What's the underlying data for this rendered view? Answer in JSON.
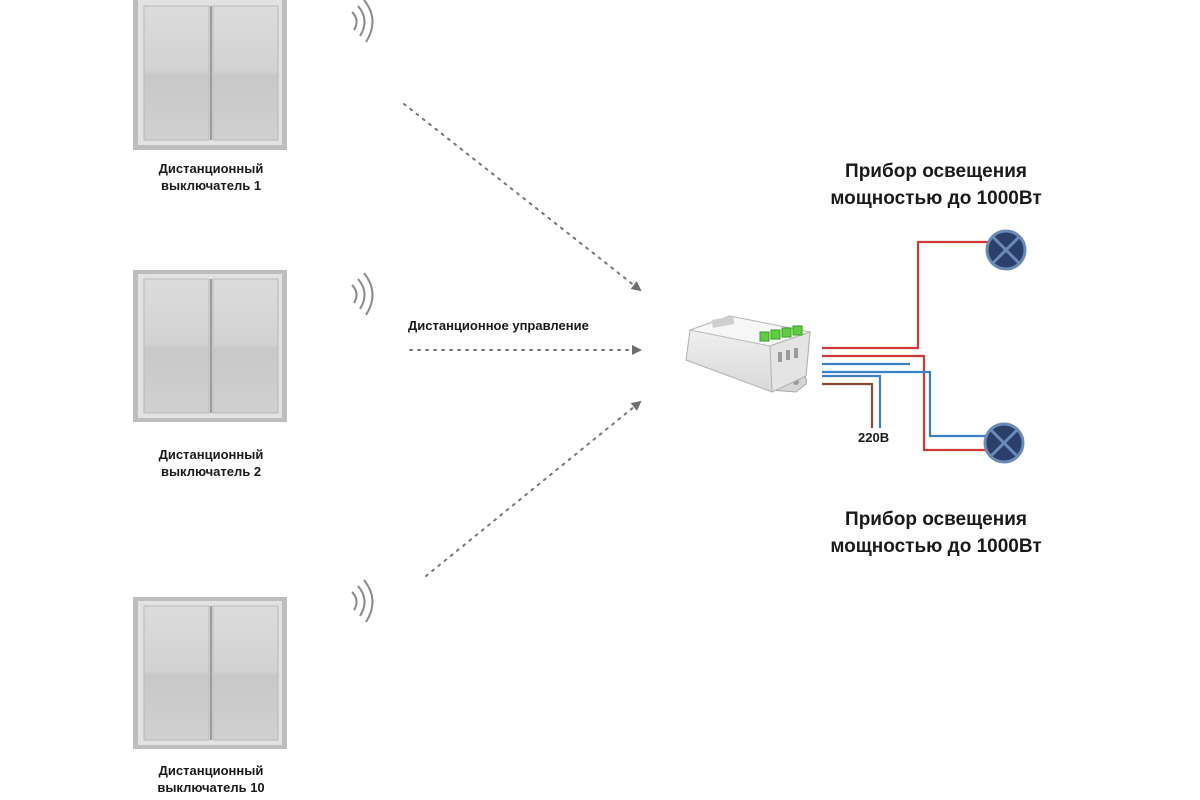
{
  "switches": [
    {
      "line1": "Дистанционный",
      "line2": "выключатель 1"
    },
    {
      "line1": "Дистанционный",
      "line2": "выключатель 2"
    },
    {
      "line1": "Дистанционный",
      "line2": "выключатель 10"
    }
  ],
  "remote_control_label": "Дистанционное управление",
  "lamps": [
    {
      "line1": "Прибор освещения",
      "line2": "мощностью до 1000Вт"
    },
    {
      "line1": "Прибор освещения",
      "line2": "мощностью до 1000Вт"
    }
  ],
  "voltage_label": "220В",
  "colors": {
    "wire_phase": "#d23a3a",
    "wire_neutral": "#3a7fc8",
    "wire_feed": "#8a4a3a",
    "lamp_fill": "#2a3f6a",
    "switch_frame": "#c4c4c4",
    "switch_key": "#d6d6d6",
    "arrow": "#777777",
    "relay_led": "#5ccf3c"
  },
  "icons": [
    "wifi-signal-icon",
    "lamp-symbol-icon",
    "relay-module-icon"
  ]
}
